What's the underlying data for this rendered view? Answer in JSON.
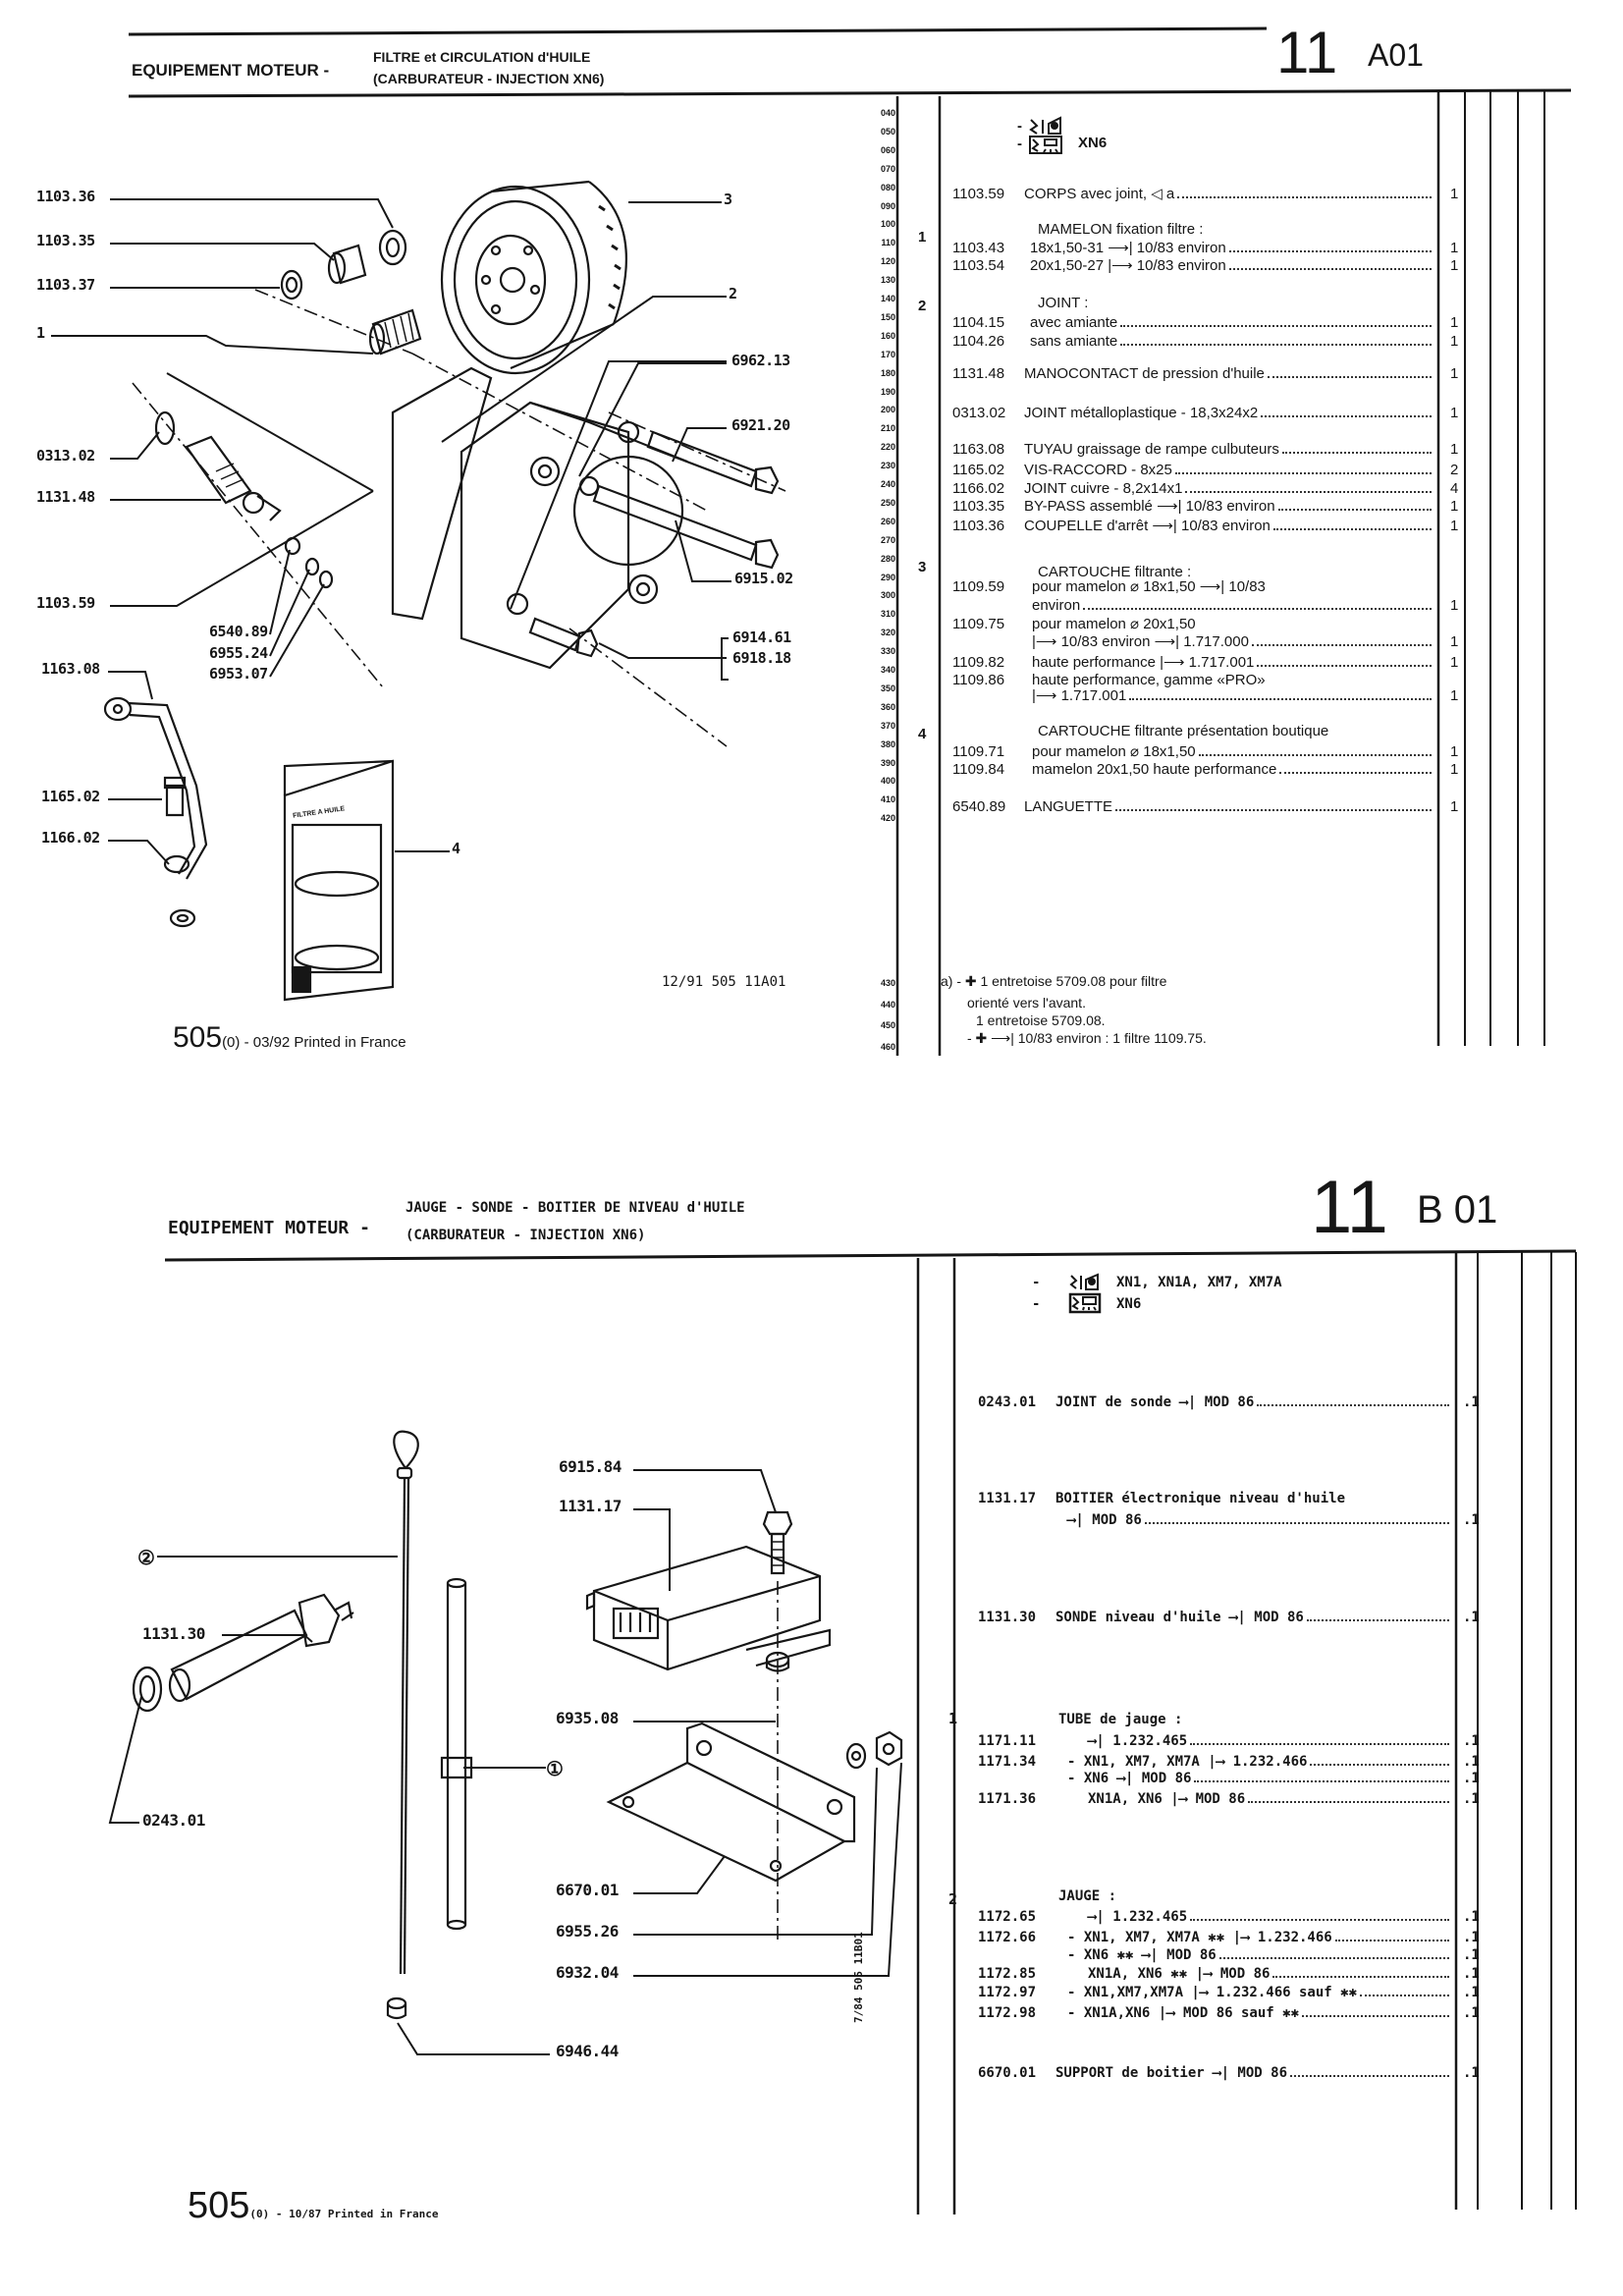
{
  "top_plate": {
    "header": {
      "section": "EQUIPEMENT MOTEUR -",
      "subtitle_1": "FILTRE et CIRCULATION d'HUILE",
      "subtitle_2": "(CARBURATEUR - INJECTION XN6)",
      "group": "11",
      "plate": "A01"
    },
    "legend": {
      "dash_1": "-",
      "dash_2": "-",
      "engine": "XN6",
      "icon": "carburettor-injection-icon"
    },
    "line_numbers": [
      "040",
      "050",
      "060",
      "070",
      "080",
      "090",
      "100",
      "110",
      "120",
      "130",
      "140",
      "150",
      "160",
      "170",
      "180",
      "190",
      "200",
      "210",
      "220",
      "230",
      "240",
      "250",
      "260",
      "270",
      "280",
      "290",
      "300",
      "310",
      "320",
      "330",
      "340",
      "350",
      "360",
      "370",
      "380",
      "390",
      "400",
      "410",
      "420"
    ],
    "line_numbers_notes": [
      "430",
      "440",
      "450",
      "460"
    ],
    "index_numbers": [
      "1",
      "2",
      "3",
      "4"
    ],
    "items": [
      {
        "ref": "1103.59",
        "desc": "CORPS avec joint, ◁ a",
        "qty": "1"
      },
      {
        "ref": "",
        "desc": "MAMELON fixation filtre :",
        "qty": ""
      },
      {
        "ref": "1103.43",
        "desc": "18x1,50-31 ⟶| 10/83 environ",
        "qty": "1"
      },
      {
        "ref": "1103.54",
        "desc": "20x1,50-27 |⟶ 10/83 environ",
        "qty": "1"
      },
      {
        "ref": "",
        "desc": "JOINT :",
        "qty": ""
      },
      {
        "ref": "1104.15",
        "desc": "avec amiante",
        "qty": "1"
      },
      {
        "ref": "1104.26",
        "desc": "sans amiante",
        "qty": "1"
      },
      {
        "ref": "1131.48",
        "desc": "MANOCONTACT de pression d'huile",
        "qty": "1"
      },
      {
        "ref": "0313.02",
        "desc": "JOINT métalloplastique - 18,3x24x2",
        "qty": "1"
      },
      {
        "ref": "1163.08",
        "desc": "TUYAU graissage de rampe culbuteurs",
        "qty": "1"
      },
      {
        "ref": "1165.02",
        "desc": "VIS-RACCORD - 8x25",
        "qty": "2"
      },
      {
        "ref": "1166.02",
        "desc": "JOINT cuivre - 8,2x14x1",
        "qty": "4"
      },
      {
        "ref": "1103.35",
        "desc": "BY-PASS assemblé ⟶| 10/83 environ",
        "qty": "1"
      },
      {
        "ref": "1103.36",
        "desc": "COUPELLE d'arrêt ⟶| 10/83 environ",
        "qty": "1"
      },
      {
        "ref": "",
        "desc": "CARTOUCHE filtrante :",
        "qty": ""
      },
      {
        "ref": "1109.59",
        "desc": "pour mamelon ⌀ 18x1,50 ⟶| 10/83",
        "qty": ""
      },
      {
        "ref": "",
        "desc": "environ",
        "qty": "1"
      },
      {
        "ref": "1109.75",
        "desc": "pour mamelon ⌀ 20x1,50",
        "qty": ""
      },
      {
        "ref": "",
        "desc": "|⟶ 10/83 environ ⟶| 1.717.000",
        "qty": "1"
      },
      {
        "ref": "1109.82",
        "desc": "haute performance |⟶ 1.717.001",
        "qty": "1"
      },
      {
        "ref": "1109.86",
        "desc": "haute performance, gamme «PRO»",
        "qty": ""
      },
      {
        "ref": "",
        "desc": "|⟶ 1.717.001",
        "qty": "1"
      },
      {
        "ref": "",
        "desc": "CARTOUCHE filtrante présentation boutique",
        "qty": ""
      },
      {
        "ref": "1109.71",
        "desc": "pour mamelon ⌀ 18x1,50",
        "qty": "1"
      },
      {
        "ref": "1109.84",
        "desc": "mamelon 20x1,50 haute performance",
        "qty": "1"
      },
      {
        "ref": "6540.89",
        "desc": "LANGUETTE",
        "qty": "1"
      }
    ],
    "footnotes": [
      "a) - ✚ 1 entretoise 5709.08 pour filtre",
      "orienté vers l'avant.",
      "1 entretoise 5709.08.",
      "- ✚ ⟶| 10/83 environ : 1 filtre 1109.75."
    ],
    "diagram_labels": [
      "1103.36",
      "1103.35",
      "1103.37",
      "1",
      "0313.02",
      "1131.48",
      "1103.59",
      "6540.89",
      "6955.24",
      "6953.07",
      "1163.08",
      "1165.02",
      "1166.02",
      "3",
      "2",
      "6962.13",
      "6921.20",
      "6915.02",
      "6914.61",
      "6918.18",
      "4"
    ],
    "package_text": "FILTRE A HUILE",
    "plate_code": "12/91 505 11A01",
    "footer": {
      "model": "505",
      "suffix": "(0) - 03/92 Printed in France"
    }
  },
  "bottom_plate": {
    "header": {
      "section": "EQUIPEMENT MOTEUR -",
      "subtitle_1": "JAUGE - SONDE - BOITIER DE NIVEAU d'HUILE",
      "subtitle_2": "(CARBURATEUR - INJECTION XN6)",
      "group": "11",
      "plate": "B 01"
    },
    "legend": [
      {
        "dash": "-",
        "engines": "XN1, XN1A, XM7, XM7A",
        "icon": "carburettor-icon"
      },
      {
        "dash": "-",
        "engines": "XN6",
        "icon": "injection-icon"
      }
    ],
    "index_numbers": [
      "1",
      "2"
    ],
    "items": [
      {
        "ref": "0243.01",
        "desc": "JOINT de sonde ⟶| MOD 86",
        "qty": ".1"
      },
      {
        "ref": "1131.17",
        "desc": "BOITIER électronique niveau d'huile",
        "qty": ""
      },
      {
        "ref": "",
        "desc": "⟶| MOD 86",
        "qty": ".1"
      },
      {
        "ref": "1131.30",
        "desc": "SONDE niveau d'huile ⟶| MOD 86",
        "qty": ".1"
      },
      {
        "ref": "",
        "desc": "TUBE de jauge :",
        "qty": ""
      },
      {
        "ref": "1171.11",
        "desc": "⟶| 1.232.465",
        "qty": ".1"
      },
      {
        "ref": "1171.34",
        "desc": "- XN1, XM7, XM7A |⟶ 1.232.466",
        "qty": ".1"
      },
      {
        "ref": "",
        "desc": "- XN6 ⟶| MOD 86",
        "qty": ".1"
      },
      {
        "ref": "1171.36",
        "desc": "XN1A, XN6 |⟶ MOD 86",
        "qty": ".1"
      },
      {
        "ref": "",
        "desc": "JAUGE :",
        "qty": ""
      },
      {
        "ref": "1172.65",
        "desc": "⟶| 1.232.465",
        "qty": ".1"
      },
      {
        "ref": "1172.66",
        "desc": "- XN1, XM7, XM7A ✱✱ |⟶ 1.232.466",
        "qty": ".1"
      },
      {
        "ref": "",
        "desc": "- XN6 ✱✱ ⟶| MOD 86",
        "qty": ".1"
      },
      {
        "ref": "1172.85",
        "desc": "XN1A, XN6 ✱✱ |⟶ MOD 86",
        "qty": ".1"
      },
      {
        "ref": "1172.97",
        "desc": "- XN1,XM7,XM7A |⟶ 1.232.466 sauf ✱✱",
        "qty": ".1"
      },
      {
        "ref": "1172.98",
        "desc": "- XN1A,XN6 |⟶ MOD 86 sauf ✱✱",
        "qty": ".1"
      },
      {
        "ref": "6670.01",
        "desc": "SUPPORT de boitier ⟶| MOD 86",
        "qty": ".1"
      }
    ],
    "diagram_labels": [
      "6915.84",
      "1131.17",
      "②",
      "1131.30",
      "6935.08",
      "①",
      "0243.01",
      "6670.01",
      "6955.26",
      "6932.04",
      "6946.44"
    ],
    "plate_code": "7/84 505 11B01",
    "footer": {
      "model": "505",
      "suffix": "(0) - 10/87 Printed in France"
    }
  }
}
